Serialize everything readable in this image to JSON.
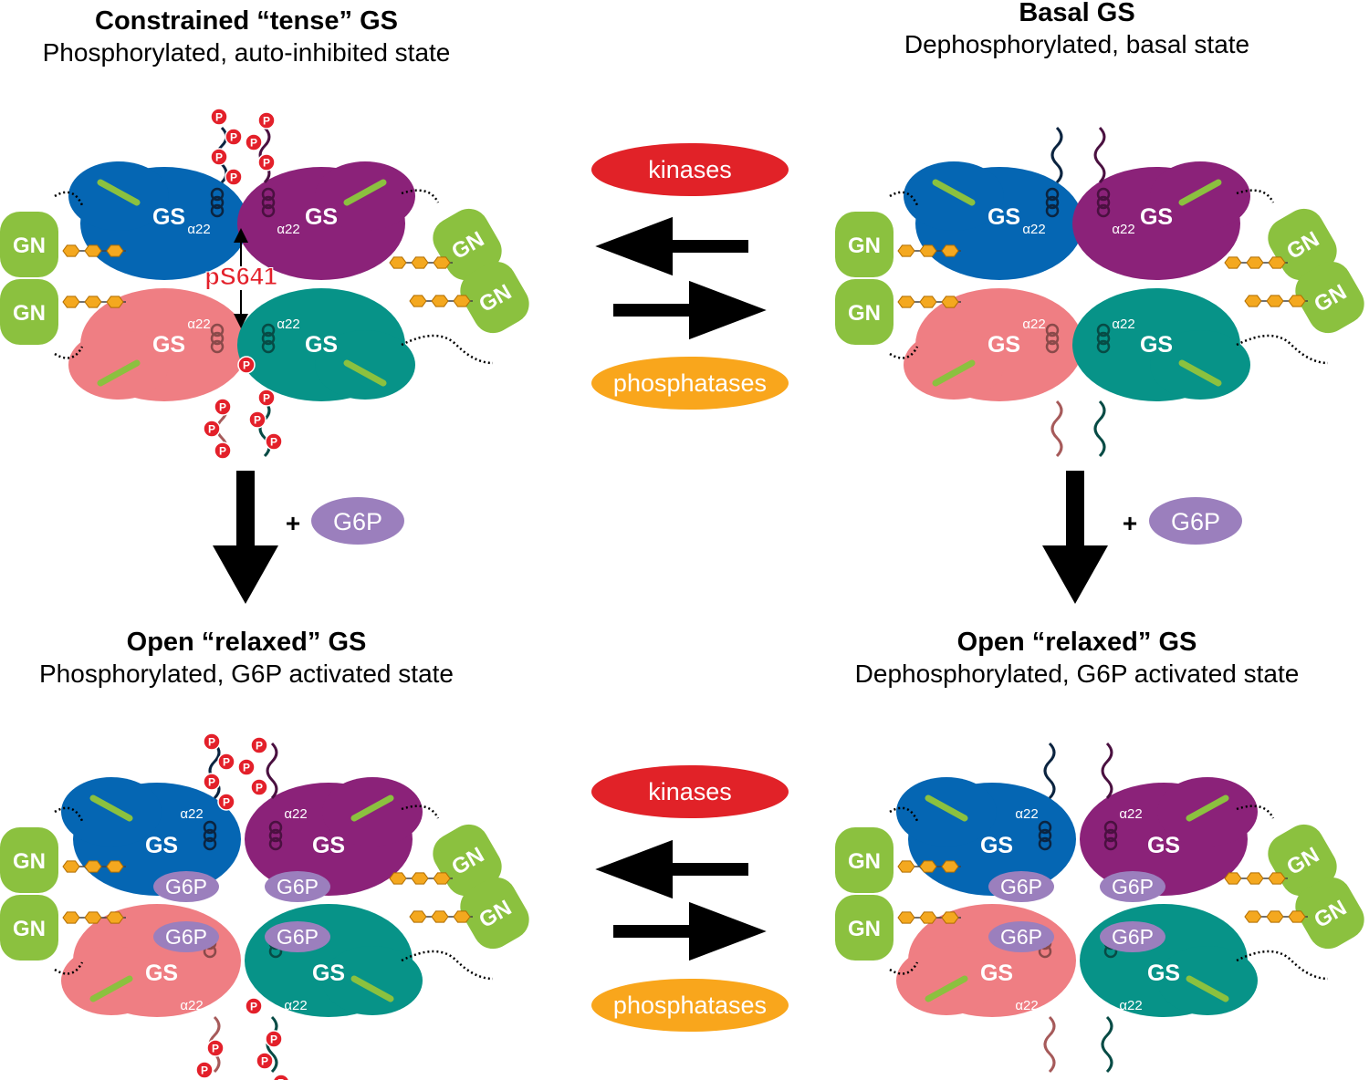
{
  "panels": {
    "top_left": {
      "title": "Constrained “tense” GS",
      "subtitle": "Phosphorylated, auto-inhibited state"
    },
    "top_right": {
      "title": "Basal GS",
      "subtitle": "Dephosphorylated, basal state"
    },
    "bottom_left": {
      "title": "Open “relaxed” GS",
      "subtitle": "Phosphorylated, G6P activated state"
    },
    "bottom_right": {
      "title": "Open “relaxed” GS",
      "subtitle": "Dephosphorylated, G6P activated state"
    }
  },
  "labels": {
    "gs": "GS",
    "gn": "GN",
    "alpha": "α22",
    "g6p": "G6P",
    "phospho": "P",
    "site": "pS641",
    "plus": "+"
  },
  "enzymes": {
    "kinases": "kinases",
    "phosphatases": "phosphatases"
  },
  "colors": {
    "gs_blue": "#0566b3",
    "gs_purple": "#8b2279",
    "gs_pink": "#ef7e83",
    "gs_teal": "#079388",
    "gn_green": "#8bc13f",
    "g6p_lavender": "#9b7fbd",
    "kinase_red": "#e12228",
    "phosphatase_orange": "#f9a61c",
    "phospho_red": "#e3202a",
    "glucose_orange": "#f4a81f"
  }
}
